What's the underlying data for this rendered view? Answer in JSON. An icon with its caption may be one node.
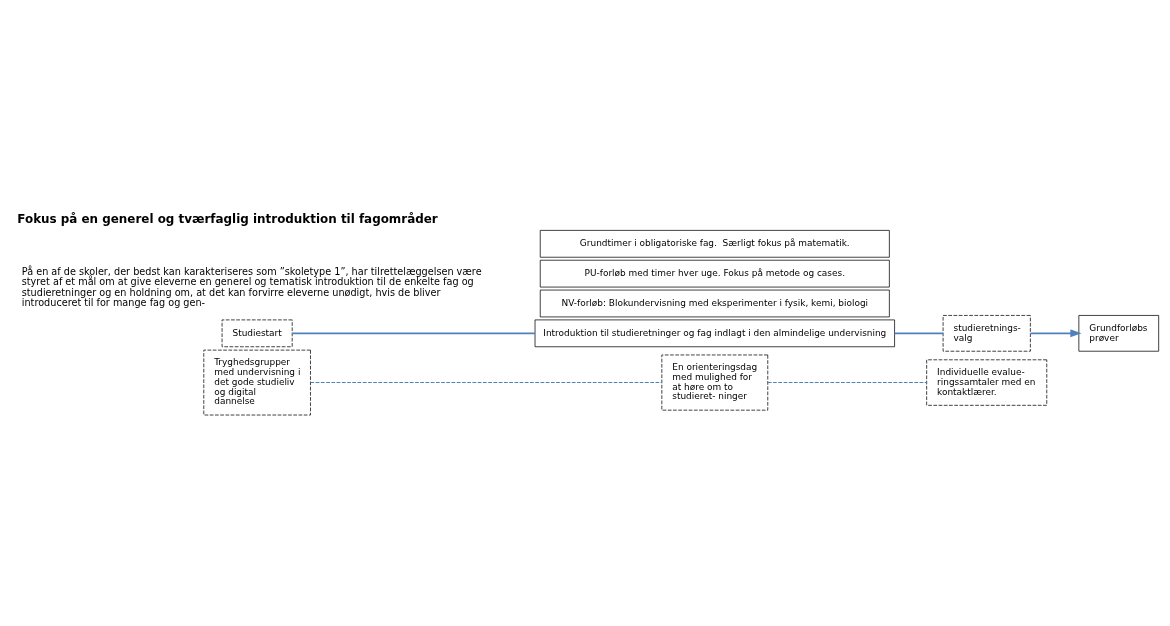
{
  "diagram": {
    "title": "Fokus på en generel og tværfaglig introduktion til fagområder",
    "nodes": [
      {
        "text": [
          "Tryghedsgrupper med undervisning i det gode studieliv og digital dannelse"
        ]
      },
      {
        "text": [
          "En orienteringsdag med mulighed for at høre om to studieret- ninger"
        ]
      },
      {
        "text": [
          "Individuelle evalue- ringssamtaler med en kontaktlærer."
        ]
      },
      {
        "text": [
          "Grundforløbs prøver"
        ]
      },
      {
        "text": [
          "NV-forløb: Blokundervisning med eksperimenter i fysik, kemi, biologi"
        ]
      },
      {
        "text": [
          "PU-forløb med timer hver uge. Fokus på metode og cases."
        ]
      },
      {
        "text": [
          "Studiestart"
        ]
      },
      {
        "text": [
          "Introduktion til studieretninger og fag indlagt i den almindelige undervisning"
        ]
      },
      {
        "text": [
          "Grundtimer i obligatoriske fag.  Særligt fokus på matematik."
        ]
      },
      {
        "text": [
          "studieretnings- valg"
        ]
      }
    ],
    "edges": [
      {
        "from": 0,
        "to": 1,
        "arrow": "none",
        "style": "dashed"
      },
      {
        "from": 1,
        "to": 2,
        "arrow": "none",
        "style": "dashed"
      },
      {
        "from": 6,
        "to": 7,
        "arrow": "none"
      },
      {
        "from": 7,
        "to": 9,
        "arrow": "none"
      },
      {
        "from": 9,
        "to": 3,
        "arrow": "to"
      }
    ],
    "labels": [
      "På en af de skoler, der bedst kan karakteriseres som ”skoletype 1”, har tilrettelæggelsen være styret af et mål om at give eleverne en generel og tematisk introduktion til de enkelte fag og studieretninger og en holdning om, at det kan forvirre eleverne unødigt, hvis de bliver introduceret til for mange fag og gen-"
    ]
  }
}
